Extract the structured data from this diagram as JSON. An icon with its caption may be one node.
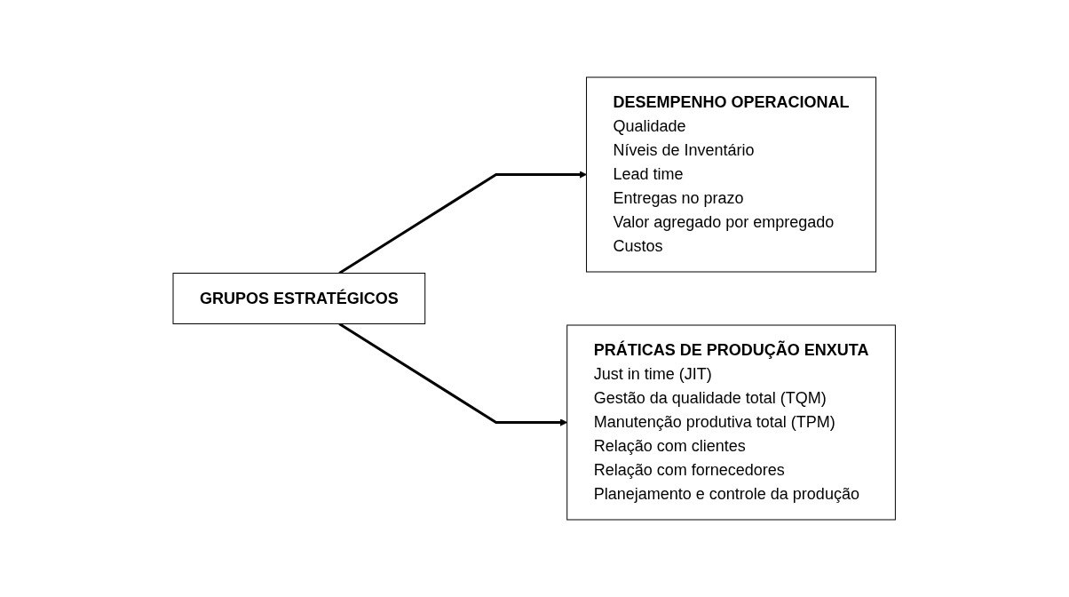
{
  "diagram": {
    "nodes": [
      {
        "text": [
          "GRUPOS ESTRATÉGICOS"
        ]
      },
      {
        "text": [
          "DESEMPENHO OPERACIONAL",
          "Qualidade",
          "Níveis de Inventário",
          "Lead time",
          "Entregas no prazo",
          "Valor agregado por empregado",
          "Custos"
        ]
      },
      {
        "text": [
          "PRÁTICAS DE PRODUÇÃO ENXUTA",
          "Just in time (JIT)",
          "Gestão da qualidade total (TQM)",
          "Manutenção produtiva total (TPM)",
          "Relação com clientes",
          "Relação com fornecedores",
          "Planejamento e controle da produção"
        ]
      }
    ],
    "edges": [
      {
        "from": 0,
        "to": 1,
        "arrow": "to"
      },
      {
        "from": 0,
        "to": 2,
        "arrow": "to"
      }
    ]
  }
}
